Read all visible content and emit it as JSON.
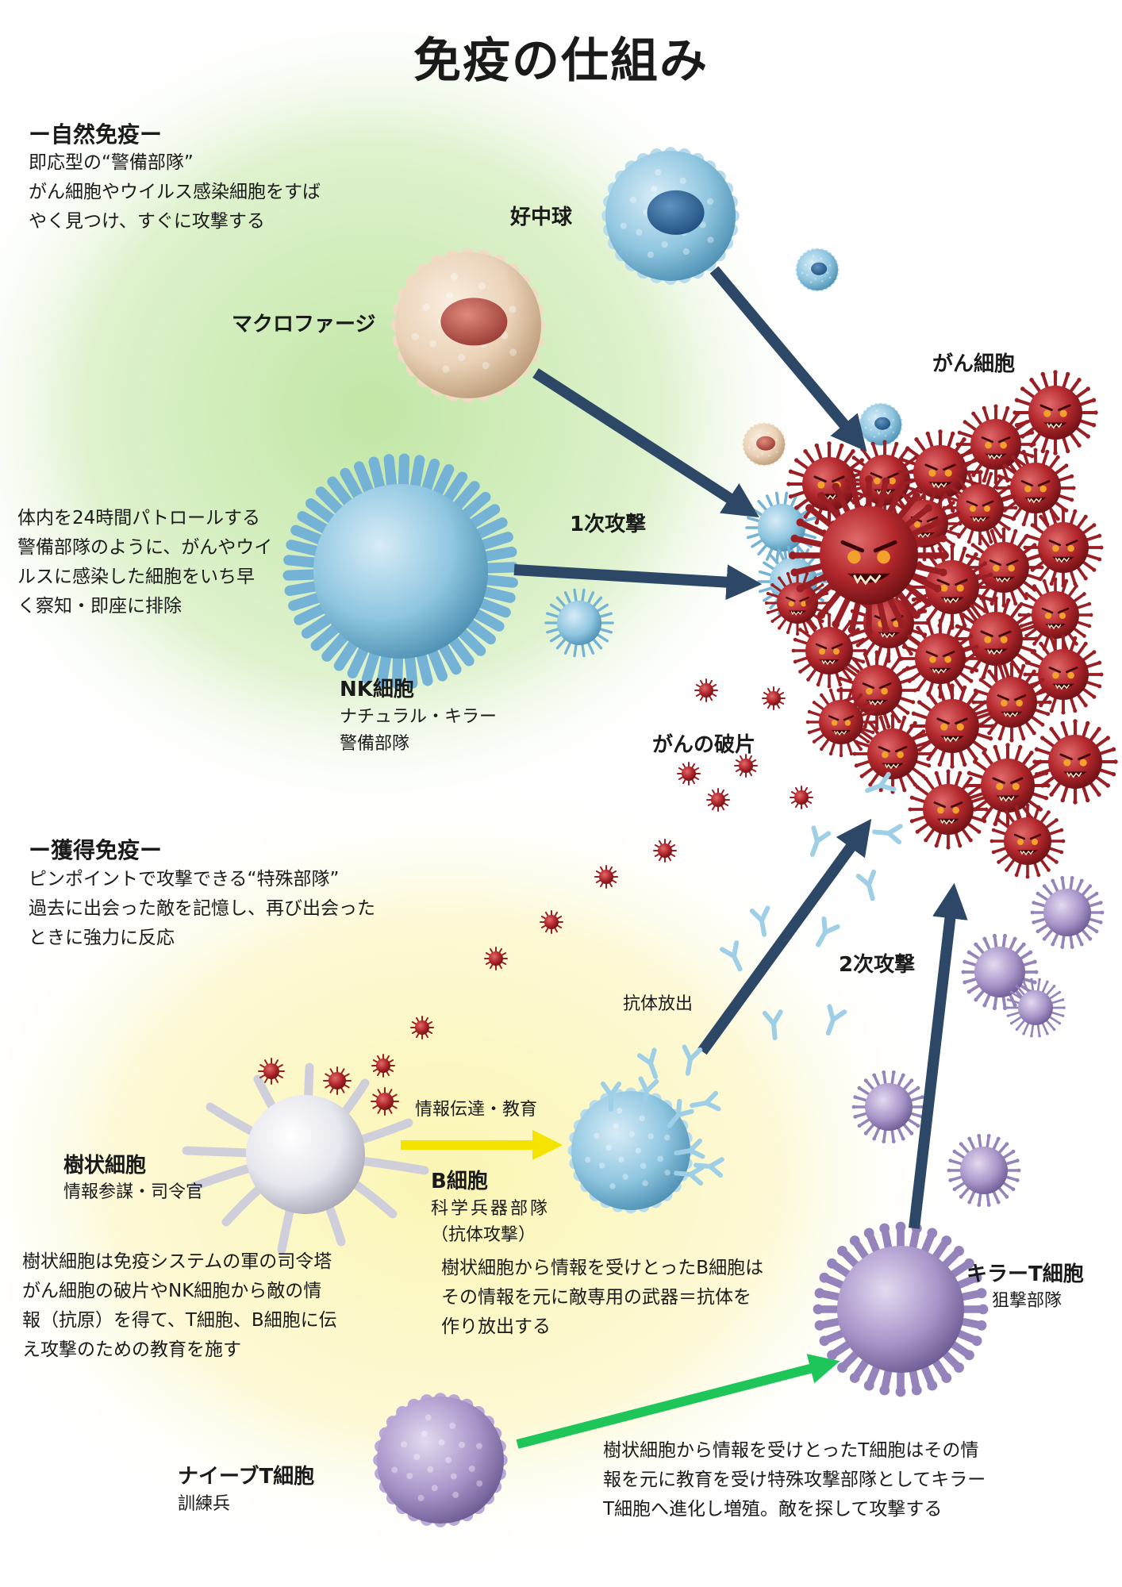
{
  "title": "免疫の仕組み",
  "innate": {
    "heading": "ー自然免疫ー",
    "desc": [
      "即応型の“警備部隊”",
      "がん細胞やウイルス感染細胞をすば",
      "やく見つけ、すぐに攻撃する"
    ]
  },
  "cells": {
    "neutrophil": "好中球",
    "macrophage": "マクロファージ",
    "cancer": "がん細胞",
    "nk": {
      "name": "NK細胞",
      "sub1": "ナチュラル・キラー",
      "sub2": "警備部隊"
    },
    "fragments": "がんの破片",
    "dendritic": {
      "name": "樹状細胞",
      "sub": "情報参謀・司令官"
    },
    "bcell": {
      "name": "B細胞",
      "sub1": "科学兵器部隊",
      "sub2": "（抗体攻撃）"
    },
    "killer_t": {
      "name": "キラーT細胞",
      "sub": "狙撃部隊"
    },
    "naive_t": {
      "name": "ナイーブT細胞",
      "sub": "訓練兵"
    }
  },
  "nk_desc": [
    "体内を24時間パトロールする",
    "警備部隊のように、がんやウイ",
    "ルスに感染した細胞をいち早",
    "く察知・即座に排除"
  ],
  "attack1": "1次攻撃",
  "attack2": "2次攻撃",
  "acquired": {
    "heading": "ー獲得免疫ー",
    "desc": [
      "ピンポイントで攻撃できる“特殊部隊”",
      "過去に出会った敵を記憶し、再び出会った",
      "ときに強力に反応"
    ]
  },
  "info_transfer": "情報伝達・教育",
  "antibody_release": "抗体放出",
  "dendritic_desc": [
    "樹状細胞は免疫システムの軍の司令塔",
    "がん細胞の破片やNK細胞から敵の情",
    "報（抗原）を得て、T細胞、B細胞に伝",
    "え攻撃のための教育を施す"
  ],
  "bcell_desc": [
    "樹状細胞から情報を受けとったB細胞は",
    "その情報を元に敵専用の武器＝抗体を",
    "作り放出する"
  ],
  "naive_desc": [
    "樹状細胞から情報を受けとったT細胞はその情",
    "報を元に教育を受け特殊攻撃部隊としてキラー",
    "T細胞へ進化し増殖。敵を探して攻撃する"
  ],
  "colors": {
    "arrow_dark": "#2d4866",
    "arrow_yellow": "#f5e400",
    "arrow_green": "#1ec65a",
    "cancer": "#b3282d",
    "blue_cell": "#8fc6e0",
    "purple_cell": "#a895c9",
    "macrophage": "#ead2b7",
    "white_cell": "#e6e6ee"
  }
}
